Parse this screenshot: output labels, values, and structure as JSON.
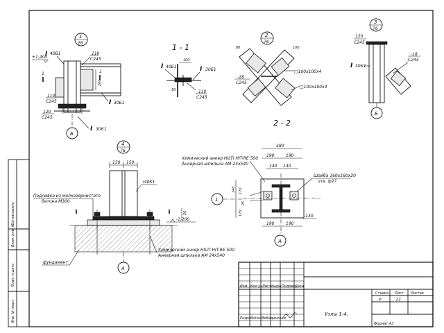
{
  "sheet": {
    "side_stamp": [
      "Согласовано",
      "Взам. инв. №",
      "Подп. и дата",
      "Инв. № подл."
    ],
    "title_block": {
      "columns": [
        "Изм.",
        "Кол.уч",
        "Лист",
        "№док",
        "Подпись",
        "Дата"
      ],
      "role_developer": "Разработал",
      "developer_name": "Вебединский",
      "stage_header": "Стадия",
      "sheet_header": "Лист",
      "sheets_header": "Листов",
      "stage_value": "Р",
      "sheet_value": "77",
      "title": "Узлы 1-4.",
      "format": "Формат А3"
    }
  },
  "node1": {
    "mark_num": "1",
    "mark_sheet": "76",
    "elev": "+1,400",
    "i_top": "40Б1",
    "c_top_a": "110",
    "c_top_b": "С245",
    "dim_right": "200",
    "i_right": "30Б1",
    "c_left_a": "110",
    "c_left_b": "С245",
    "c_base_a": "120",
    "c_base_b": "С245",
    "i_col": "30К1",
    "axis": "Б",
    "cut_left": "1",
    "cut_right": "1"
  },
  "section11": {
    "title": "1 - 1",
    "i_left": "40Б1",
    "i_right": "30Б1",
    "dim_top": "100",
    "dim_bot": "50",
    "c_a": "110",
    "c_b": "С245"
  },
  "node2": {
    "mark_num": "2",
    "mark_sheet": "76",
    "dim_a": "80",
    "dim_b": "100",
    "tube1": "□100х100х4",
    "tube2": "□100х100х4",
    "plate_a": "-18",
    "plate_b": "С245",
    "section_title": "2 - 2"
  },
  "node3": {
    "mark_num": "3",
    "mark_sheet": "76",
    "top_a": "120",
    "top_b": "С245",
    "plate_a": "-18",
    "plate_b": "С245",
    "i_col": "30К1",
    "axis": "Б"
  },
  "node4": {
    "mark_num": "4",
    "mark_sheet": "76",
    "dim_left": "150",
    "dim_right": "150",
    "i_col": "I40К1",
    "grout_a": "Подливка из мелкозернистого",
    "grout_b": "бетона М300",
    "foundation": "фундамент",
    "anchor_a": "Химический анкер HILTI HIT-RE 500",
    "anchor_b": "Анкерная шпилька АМ 24х540",
    "elev": "-1,200",
    "dim_side": "20",
    "axis": "А"
  },
  "plan": {
    "top_dim": "380",
    "dims_row2": [
      "190",
      "190"
    ],
    "dims_row3": [
      "140",
      "140"
    ],
    "anchor_a": "Химический анкер HILTI HIT-RE 500",
    "anchor_b": "Анкерная шпилька АМ 24х540",
    "washer_a": "Шайба 160х160х20",
    "washer_b": "отв. ф27",
    "left_dims": [
      "140",
      "170",
      "25",
      "170"
    ],
    "right_label": "-130",
    "bottom_dims": [
      "190",
      "190"
    ],
    "axis_side": "1",
    "axis_bottom": "А"
  },
  "icons": {
    "i_beam": "I"
  }
}
